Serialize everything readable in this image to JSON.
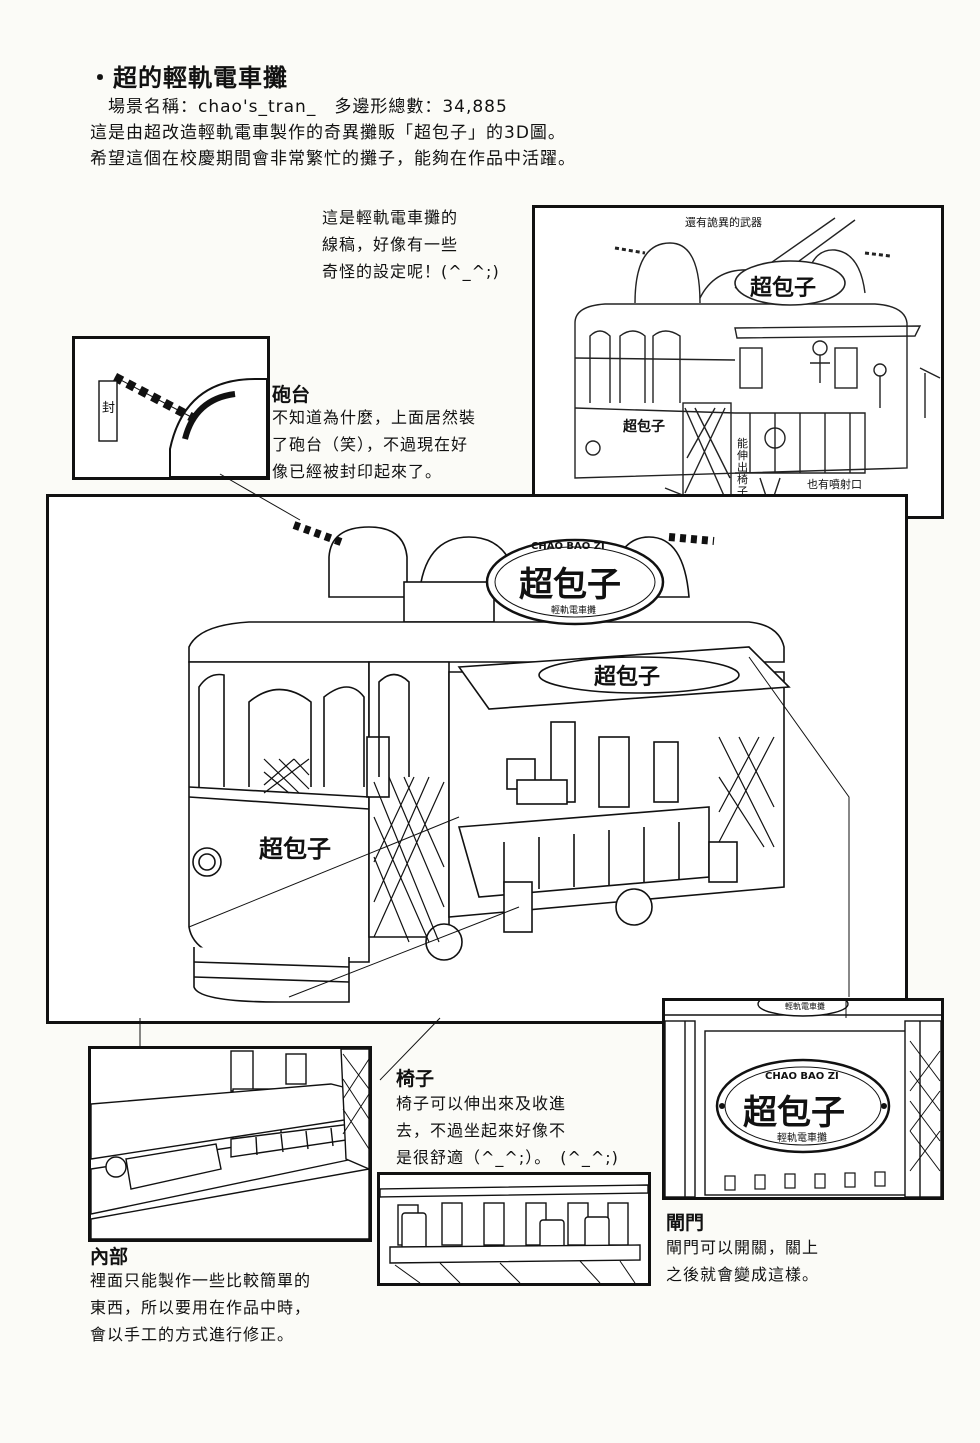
{
  "header": {
    "title": "・超的輕軌電車攤",
    "scene_line": "場景名稱：chao's_tran_　多邊形總數：34,885",
    "desc_line1": "這是由超改造輕軌電車製作的奇異攤販「超包子」的3D圖。",
    "desc_line2": "希望這個在校慶期間會非常繁忙的攤子，能夠在作品中活躍。"
  },
  "sketch_note": {
    "line1": "這是輕軌電車攤的",
    "line2": "線稿，好像有一些",
    "line3": "奇怪的設定呢！(^_^;)"
  },
  "sketch": {
    "weapon_label": "還有詭異的武器",
    "sign_text": "超包子",
    "body_text": "超包子",
    "chair_label": "能伸出椅子",
    "jet_label": "也有噴射口"
  },
  "turret": {
    "heading": "砲台",
    "text1": "不知道為什麼，上面居然裝",
    "text2": "了砲台（笑），不過現在好",
    "text3": "像已經被封印起來了。",
    "seal_char": "封"
  },
  "main": {
    "sign_top": "CHAO BAO ZI",
    "sign_main": "超包子",
    "sign_sub": "輕軌電車攤",
    "body_text": "超包子",
    "awning_text": "超包子"
  },
  "interior": {
    "heading": "內部",
    "text1": "裡面只能製作一些比較簡單的",
    "text2": "東西，所以要用在作品中時，",
    "text3": "會以手工的方式進行修正。"
  },
  "chair": {
    "heading": "椅子",
    "text1": "椅子可以伸出來及收進",
    "text2": "去，不過坐起來好像不",
    "text3": "是很舒適（^_^;）。　(^_^;)"
  },
  "door": {
    "heading": "閘門",
    "text1": "閘門可以開關，關上",
    "text2": "之後就會變成這樣。",
    "sign_small_top": "輕軌電車攤",
    "sign_top": "CHAO BAO ZI",
    "sign_main": "超包子",
    "sign_sub": "輕軌電車攤"
  }
}
